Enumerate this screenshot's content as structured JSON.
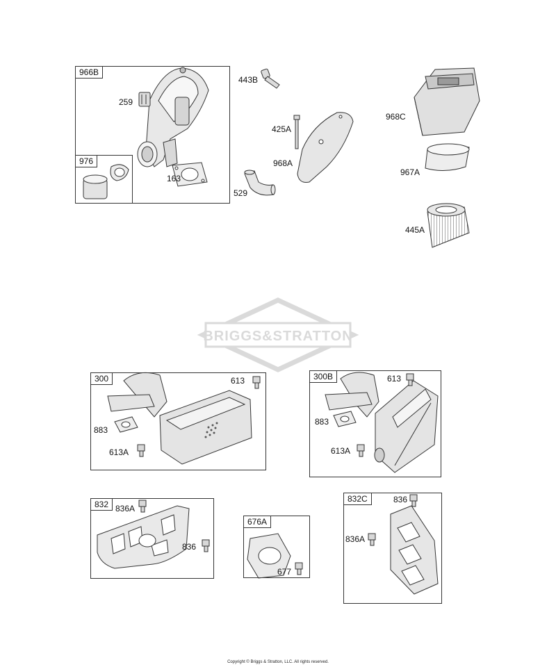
{
  "labels": {
    "p966B": "966B",
    "p259": "259",
    "p976": "976",
    "p163": "163",
    "p443B": "443B",
    "p425A": "425A",
    "p968A": "968A",
    "p529": "529",
    "p968C": "968C",
    "p967A": "967A",
    "p445A": "445A",
    "p300": "300",
    "p613_a": "613",
    "p883_a": "883",
    "p613A_a": "613A",
    "p300B": "300B",
    "p613_b": "613",
    "p883_b": "883",
    "p613A_b": "613A",
    "p832": "832",
    "p836A_a": "836A",
    "p836_a": "836",
    "p676A": "676A",
    "p677": "677",
    "p832C": "832C",
    "p836_b": "836",
    "p836A_b": "836A"
  },
  "watermark": {
    "brand": "BRIGGS&STRATTON"
  },
  "footer": {
    "copyright": "Copyright © Briggs & Stratton, LLC. All rights reserved."
  },
  "colors": {
    "line": "#333333",
    "fill": "#e6e6e6",
    "watermark": "#dcdcdc"
  }
}
